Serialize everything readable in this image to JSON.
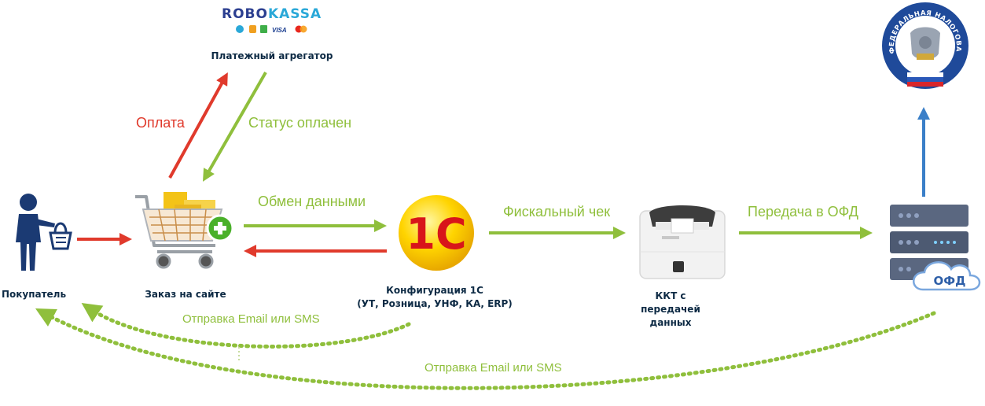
{
  "aggregator": {
    "logo_part1": "ROBO",
    "logo_part2": "KASSA",
    "logo_part3": "VISA",
    "label": "Платежный агрегатор"
  },
  "arrows": {
    "payment": "Оплата",
    "status_paid": "Статус оплачен",
    "data_exchange": "Обмен данными",
    "fiscal_receipt": "Фискальный чек",
    "ofd_transfer": "Передача в ОФД",
    "email_sms_1": "Отправка Email или SMS",
    "email_sms_2": "Отправка Email или SMS"
  },
  "nodes": {
    "buyer": "Покупатель",
    "order": "Заказ на сайте",
    "config_title": "Конфигурация 1С",
    "config_list": "(УТ, Розница, УНФ, КА, ERP)",
    "kkt_line1": "ККТ с передачей",
    "kkt_line2": "данных",
    "ofd_cloud": "ОФД",
    "onec_logo": "1С",
    "fns_ring_text": "ФЕДЕРАЛЬНАЯ НАЛОГОВАЯ СЛУЖБА"
  },
  "colors": {
    "red": "#e03a2c",
    "green": "#8fbf3c",
    "blue": "#3a7fc8",
    "navy": "#1b3a73"
  }
}
